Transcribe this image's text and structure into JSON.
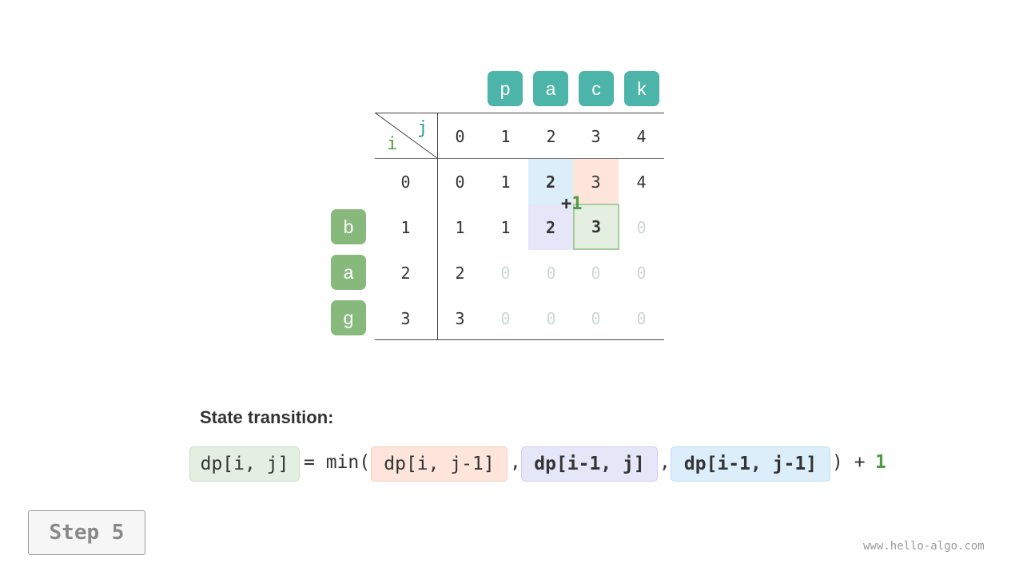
{
  "source_string_chars": [
    "b",
    "a",
    "g"
  ],
  "target_string_chars": [
    "p",
    "a",
    "c",
    "k"
  ],
  "table": {
    "corner_j": "j",
    "corner_i": "i",
    "col_headers": [
      "0",
      "1",
      "2",
      "3",
      "4"
    ],
    "row_headers": [
      "0",
      "1",
      "2",
      "3"
    ],
    "rows": [
      [
        "0",
        "1",
        "2",
        "3",
        "4"
      ],
      [
        "1",
        "1",
        "2",
        "3",
        "0"
      ],
      [
        "2",
        "0",
        "0",
        "0",
        "0"
      ],
      [
        "3",
        "0",
        "0",
        "0",
        "0"
      ]
    ],
    "plus_sign": "+",
    "plus_value": "1"
  },
  "state_label": "State transition:",
  "formula": {
    "target": "dp[i, j]",
    "equals_min": "= min(",
    "left": "dp[i, j-1]",
    "sep1": ",",
    "up": "dp[i-1, j]",
    "sep2": ",",
    "diag": "dp[i-1, j-1]",
    "close": ") +",
    "plus_value": "1"
  },
  "step_label": "Step 5",
  "watermark": "www.hello-algo.com",
  "colors": {
    "teal_chip": "#4cb4a9",
    "green_chip": "#87b97c",
    "highlight_orange": "#fde5dc",
    "highlight_blue": "#dceefa",
    "highlight_purple": "#e5e6f7",
    "highlight_green": "#e4efe2",
    "accent_green": "#4e9a45"
  }
}
